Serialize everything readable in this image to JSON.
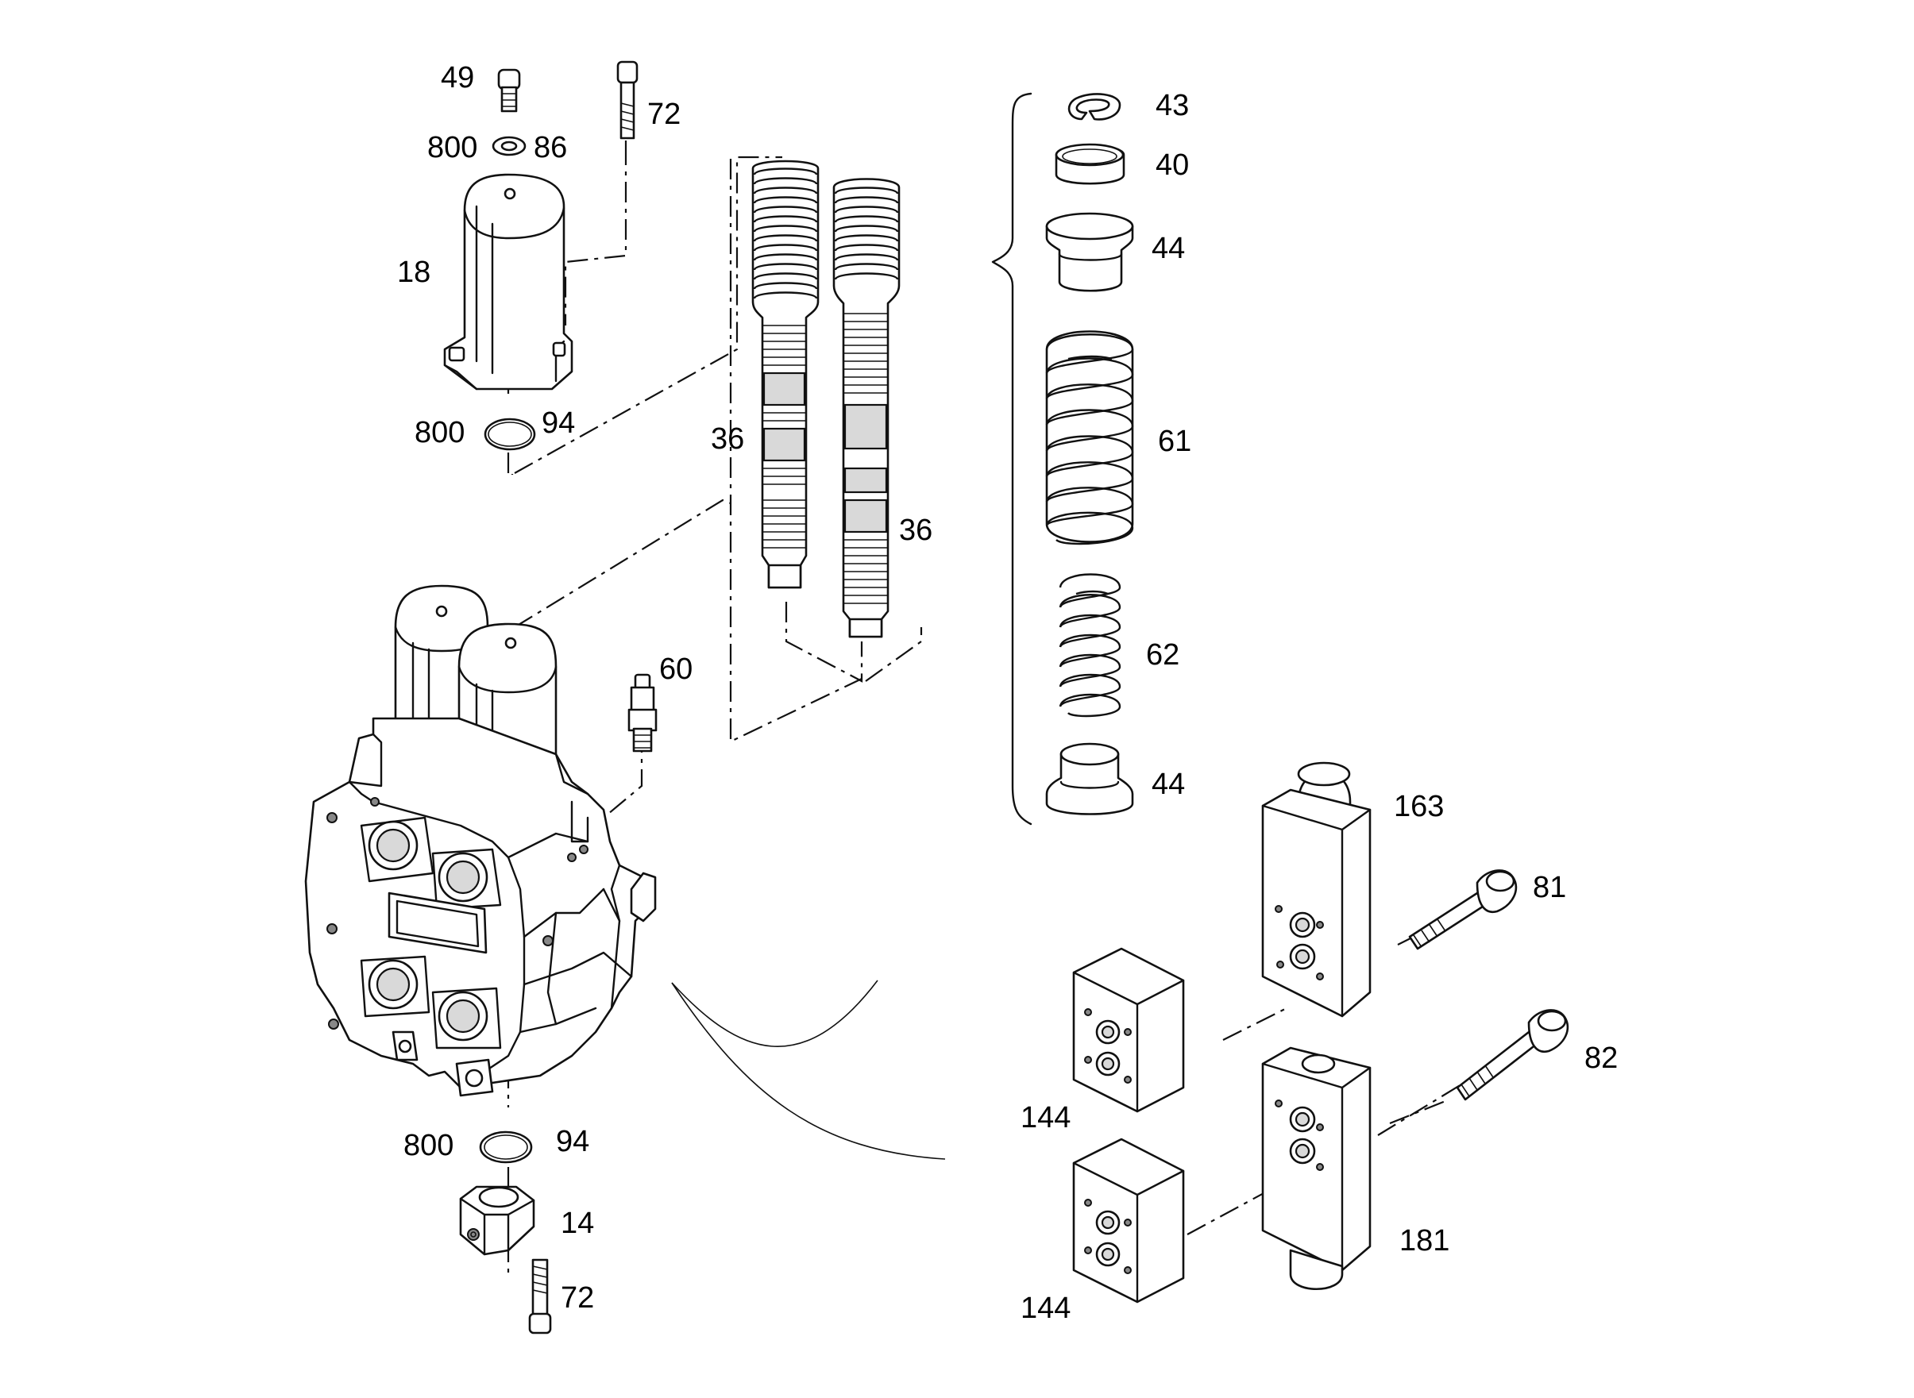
{
  "labels": {
    "p49": "49",
    "p72a": "72",
    "p800a": "800",
    "p86": "86",
    "p18": "18",
    "p800b": "800",
    "p94a": "94",
    "p36a": "36",
    "p36b": "36",
    "p60": "60",
    "p43": "43",
    "p40": "40",
    "p44a": "44",
    "p61": "61",
    "p62": "62",
    "p44b": "44",
    "p163": "163",
    "p81": "81",
    "p144a": "144",
    "p82": "82",
    "p144b": "144",
    "p181": "181",
    "p800c": "800",
    "p94b": "94",
    "p14": "14",
    "p72b": "72"
  }
}
